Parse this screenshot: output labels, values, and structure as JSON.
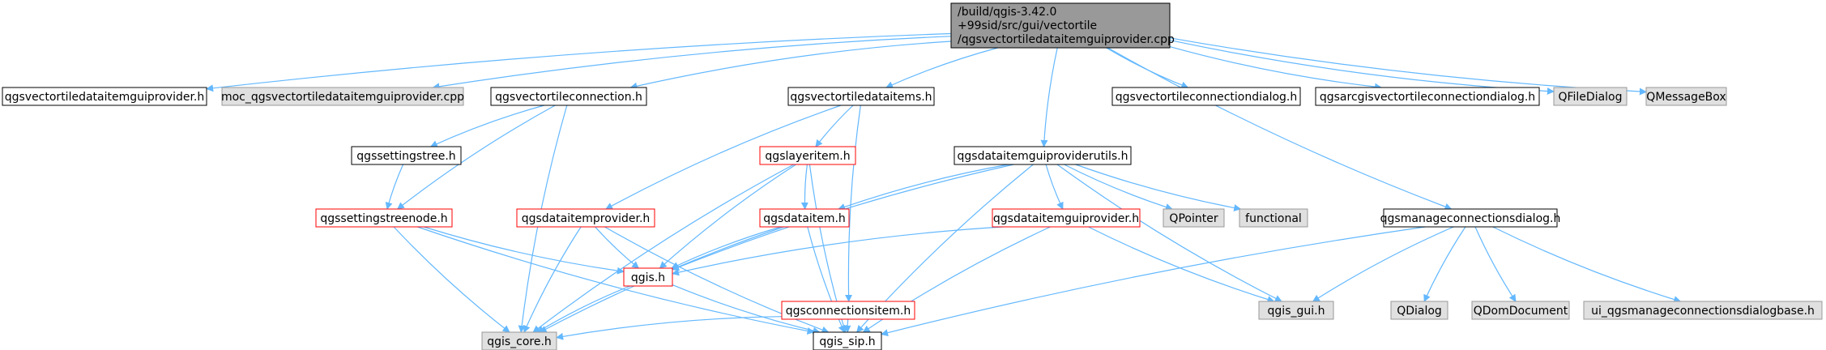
{
  "colors": {
    "edge": "#63b8ff",
    "root_fill": "#999999",
    "system_fill": "#e0e0e0",
    "node_fill": "#ffffff",
    "border_black": "#000000",
    "border_gray": "#999999",
    "border_red": "#ff0000"
  },
  "nodes": [
    {
      "id": "root",
      "lines": [
        "/build/qgis-3.42.0",
        "+99sid/src/gui/vectortile",
        "/qgsvectortiledataitemguiprovider.cpp"
      ],
      "style": "root"
    },
    {
      "id": "vtdigp_h",
      "lines": [
        "qgsvectortiledataitemguiprovider.h"
      ],
      "style": "black"
    },
    {
      "id": "moc_cpp",
      "lines": [
        "moc_qgsvectortiledataitemguiprovider.cpp"
      ],
      "style": "system"
    },
    {
      "id": "vtconn_h",
      "lines": [
        "qgsvectortileconnection.h"
      ],
      "style": "black"
    },
    {
      "id": "vtdataitems_h",
      "lines": [
        "qgsvectortiledataitems.h"
      ],
      "style": "black"
    },
    {
      "id": "dataitemguiproviderutils_h",
      "lines": [
        "qgsdataitemguiproviderutils.h"
      ],
      "style": "black"
    },
    {
      "id": "vtconndialog_h",
      "lines": [
        "qgsvectortileconnectiondialog.h"
      ],
      "style": "black"
    },
    {
      "id": "arcgisvtconndialog_h",
      "lines": [
        "qgsarcgisvectortileconnectiondialog.h"
      ],
      "style": "black"
    },
    {
      "id": "qfiledialog",
      "lines": [
        "QFileDialog"
      ],
      "style": "system"
    },
    {
      "id": "qmessagebox",
      "lines": [
        "QMessageBox"
      ],
      "style": "system"
    },
    {
      "id": "settingstree_h",
      "lines": [
        "qgssettingstree.h"
      ],
      "style": "black"
    },
    {
      "id": "layeritem_h",
      "lines": [
        "qgslayeritem.h"
      ],
      "style": "red"
    },
    {
      "id": "settingstreenode_h",
      "lines": [
        "qgssettingstreenode.h"
      ],
      "style": "red"
    },
    {
      "id": "dataitemprovider_h",
      "lines": [
        "qgsdataitemprovider.h"
      ],
      "style": "red"
    },
    {
      "id": "dataitem_h",
      "lines": [
        "qgsdataitem.h"
      ],
      "style": "red"
    },
    {
      "id": "dataitemguiprovider_h",
      "lines": [
        "qgsdataitemguiprovider.h"
      ],
      "style": "red"
    },
    {
      "id": "qpointer",
      "lines": [
        "QPointer"
      ],
      "style": "system"
    },
    {
      "id": "functional",
      "lines": [
        "functional"
      ],
      "style": "system"
    },
    {
      "id": "manageconnectionsdialog_h",
      "lines": [
        "qgsmanageconnectionsdialog.h"
      ],
      "style": "black"
    },
    {
      "id": "qgis_h",
      "lines": [
        "qgis.h"
      ],
      "style": "red"
    },
    {
      "id": "connectionsitem_h",
      "lines": [
        "qgsconnectionsitem.h"
      ],
      "style": "red"
    },
    {
      "id": "qgis_gui_h",
      "lines": [
        "qgis_gui.h"
      ],
      "style": "system"
    },
    {
      "id": "qdialog",
      "lines": [
        "QDialog"
      ],
      "style": "system"
    },
    {
      "id": "qdomdocument",
      "lines": [
        "QDomDocument"
      ],
      "style": "system"
    },
    {
      "id": "ui_manageconnectionsdialogbase_h",
      "lines": [
        "ui_qgsmanageconnectionsdialogbase.h"
      ],
      "style": "system"
    },
    {
      "id": "qgis_core_h",
      "lines": [
        "qgis_core.h"
      ],
      "style": "system"
    },
    {
      "id": "qgis_sip_h",
      "lines": [
        "qgis_sip.h"
      ],
      "style": "black"
    }
  ],
  "edges": [
    [
      "root",
      "vtdigp_h"
    ],
    [
      "root",
      "moc_cpp"
    ],
    [
      "root",
      "vtconn_h"
    ],
    [
      "root",
      "vtdataitems_h"
    ],
    [
      "root",
      "dataitemguiproviderutils_h"
    ],
    [
      "root",
      "manageconnectionsdialog_h"
    ],
    [
      "root",
      "vtconndialog_h"
    ],
    [
      "root",
      "arcgisvtconndialog_h"
    ],
    [
      "root",
      "qfiledialog"
    ],
    [
      "root",
      "qmessagebox"
    ],
    [
      "vtconn_h",
      "settingstree_h"
    ],
    [
      "vtconn_h",
      "settingstreenode_h"
    ],
    [
      "vtconn_h",
      "qgis_core_h"
    ],
    [
      "settingstree_h",
      "settingstreenode_h"
    ],
    [
      "settingstreenode_h",
      "qgis_h"
    ],
    [
      "settingstreenode_h",
      "qgis_core_h"
    ],
    [
      "settingstreenode_h",
      "qgis_sip_h"
    ],
    [
      "vtdataitems_h",
      "layeritem_h"
    ],
    [
      "vtdataitems_h",
      "dataitemprovider_h"
    ],
    [
      "vtdataitems_h",
      "connectionsitem_h"
    ],
    [
      "layeritem_h",
      "dataitem_h"
    ],
    [
      "layeritem_h",
      "qgis_h"
    ],
    [
      "layeritem_h",
      "qgis_core_h"
    ],
    [
      "layeritem_h",
      "qgis_sip_h"
    ],
    [
      "dataitemprovider_h",
      "qgis_h"
    ],
    [
      "dataitemprovider_h",
      "qgis_core_h"
    ],
    [
      "dataitemprovider_h",
      "qgis_sip_h"
    ],
    [
      "dataitem_h",
      "qgis_h"
    ],
    [
      "dataitem_h",
      "qgis_core_h"
    ],
    [
      "dataitem_h",
      "qgis_sip_h"
    ],
    [
      "qgis_h",
      "qgis_core_h"
    ],
    [
      "qgis_h",
      "qgis_sip_h"
    ],
    [
      "connectionsitem_h",
      "qgis_core_h"
    ],
    [
      "connectionsitem_h",
      "qgis_sip_h"
    ],
    [
      "dataitemguiproviderutils_h",
      "dataitem_h"
    ],
    [
      "dataitemguiproviderutils_h",
      "dataitemguiprovider_h"
    ],
    [
      "dataitemguiproviderutils_h",
      "qpointer"
    ],
    [
      "dataitemguiproviderutils_h",
      "functional"
    ],
    [
      "dataitemguiproviderutils_h",
      "qgis_gui_h"
    ],
    [
      "dataitemguiproviderutils_h",
      "qgis_h"
    ],
    [
      "dataitemguiproviderutils_h",
      "qgis_sip_h"
    ],
    [
      "dataitemguiprovider_h",
      "qgis_h"
    ],
    [
      "dataitemguiprovider_h",
      "qgis_gui_h"
    ],
    [
      "dataitemguiprovider_h",
      "qgis_sip_h"
    ],
    [
      "manageconnectionsdialog_h",
      "qgis_gui_h"
    ],
    [
      "manageconnectionsdialog_h",
      "qdialog"
    ],
    [
      "manageconnectionsdialog_h",
      "qdomdocument"
    ],
    [
      "manageconnectionsdialog_h",
      "ui_manageconnectionsdialogbase_h"
    ],
    [
      "manageconnectionsdialog_h",
      "qgis_sip_h"
    ]
  ]
}
